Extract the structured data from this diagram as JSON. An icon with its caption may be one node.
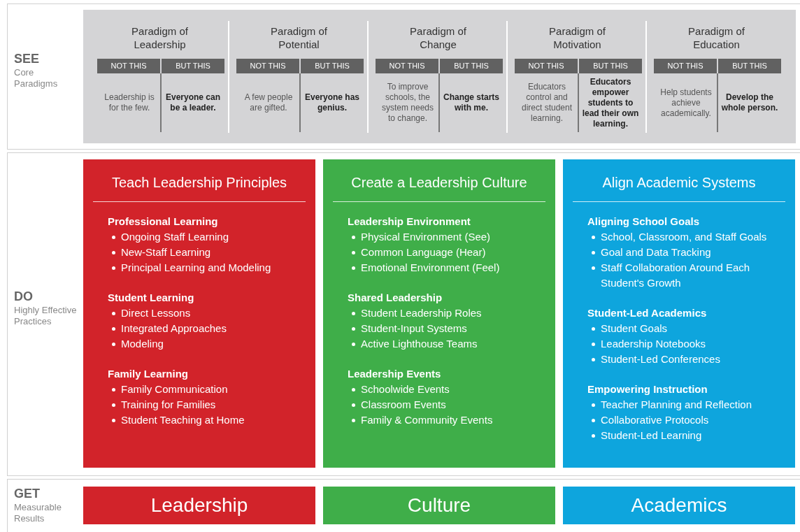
{
  "diagram": {
    "nodes": [
      {
        "text": [
          "SEE",
          "Core Paradigms"
        ]
      },
      {
        "text": [
          "Paradigm of Leadership",
          "NOT THIS",
          "BUT THIS",
          "Leadership is for the few.",
          "Everyone can be a leader."
        ],
        "in": 0
      },
      {
        "text": [
          "Paradigm of Potential",
          "NOT THIS",
          "BUT THIS",
          "A few people are gifted.",
          "Everyone has genius."
        ],
        "in": 0
      },
      {
        "text": [
          "Paradigm of Change",
          "NOT THIS",
          "BUT THIS",
          "To improve schools, the system needs to change.",
          "Change starts with me."
        ],
        "in": 0
      },
      {
        "text": [
          "Paradigm of Motivation",
          "NOT THIS",
          "BUT THIS",
          "Educators control and direct student learning.",
          "Educators empower students to lead their own learning."
        ],
        "in": 0
      },
      {
        "text": [
          "Paradigm of Education",
          "NOT THIS",
          "BUT THIS",
          "Help students achieve academically.",
          "Develop the whole person."
        ],
        "in": 0
      },
      {
        "text": [
          "DO",
          "Highly Effective Practices"
        ]
      },
      {
        "text": [
          "Teach Leadership Principles",
          "Professional Learning",
          "Ongoing Staff Learning",
          "New-Staff Learning",
          "Principal Learning and Modeling",
          "Student Learning",
          "Direct Lessons",
          "Integrated Approaches",
          "Modeling",
          "Family Learning",
          "Family Communication",
          "Training for Families",
          "Student Teaching at Home"
        ],
        "in": 6
      },
      {
        "text": [
          "Create a Leadership Culture",
          "Leadership Environment",
          "Physical Environment (See)",
          "Common Language (Hear)",
          "Emotional Environment (Feel)",
          "Shared Leadership",
          "Student Leadership Roles",
          "Student-Input Systems",
          "Active Lighthouse Teams",
          "Leadership Events",
          "Schoolwide Events",
          "Classroom Events",
          "Family & Community Events"
        ],
        "in": 6
      },
      {
        "text": [
          "Align Academic Systems",
          "Aligning School Goals",
          "School, Classroom, and Staff Goals",
          "Goal and Data Tracking",
          "Staff Collaboration Around Each Student's Growth",
          "Student-Led Academics",
          "Student Goals",
          "Leadership Notebooks",
          "Student-Led Conferences",
          "Empowering Instruction",
          "Teacher Planning and Reflection",
          "Collaborative Protocols",
          "Student-Led Learning"
        ],
        "in": 6
      },
      {
        "text": [
          "GET",
          "Measurable Results"
        ]
      },
      {
        "text": [
          "Leadership"
        ],
        "in": 10
      },
      {
        "text": [
          "Culture"
        ],
        "in": 10
      },
      {
        "text": [
          "Academics"
        ],
        "in": 10
      }
    ],
    "edges": []
  }
}
